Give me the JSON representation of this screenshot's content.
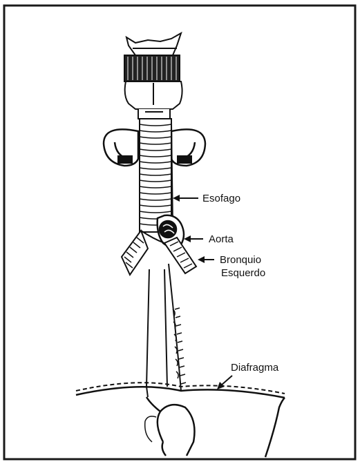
{
  "diagram": {
    "labels": {
      "esophagus": "Esofago",
      "aorta": "Aorta",
      "bronchus_line1": "Bronquio",
      "bronchus_line2": "Esquerdo",
      "diaphragm": "Diafragma"
    },
    "colors": {
      "ink": "#111111",
      "frame": "#1a1a1a",
      "paper": "#ffffff"
    }
  }
}
